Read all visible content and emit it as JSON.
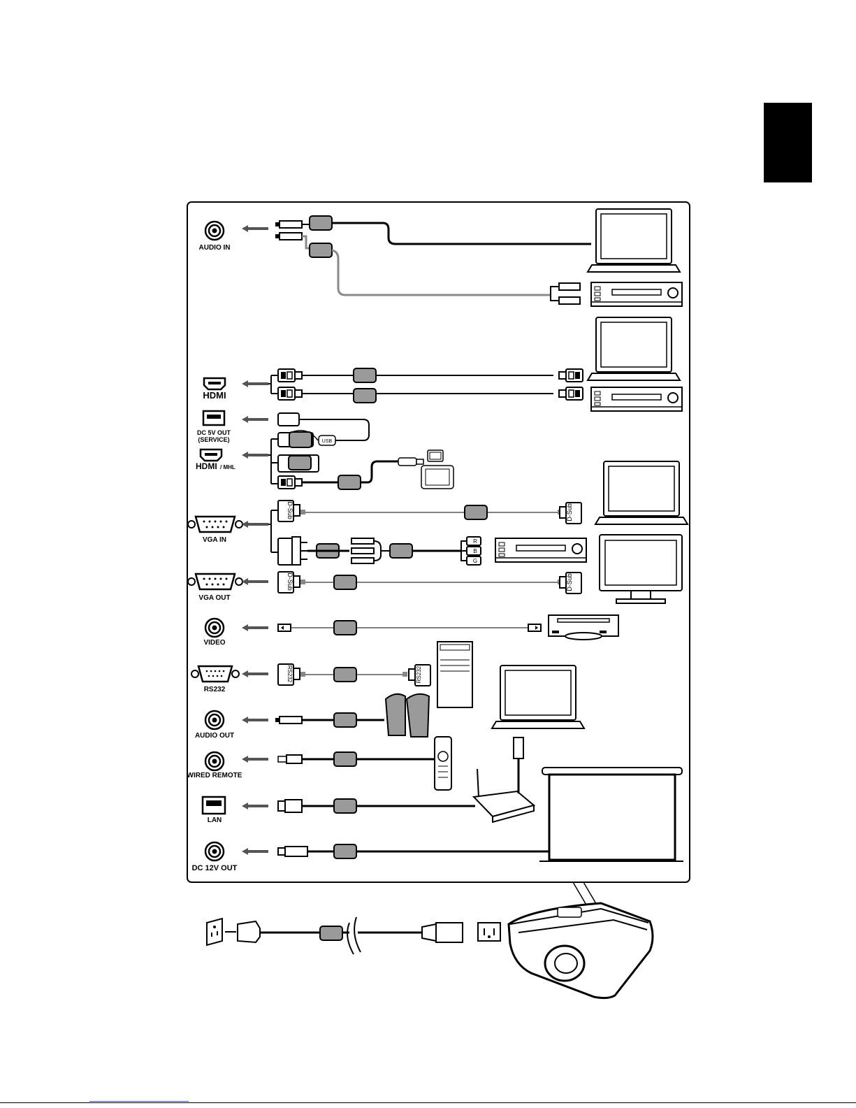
{
  "ports": [
    {
      "id": "audio_in",
      "label": "AUDIO IN"
    },
    {
      "id": "hdmi",
      "label": "HDMI"
    },
    {
      "id": "dc5v",
      "label_line1": "DC 5V OUT",
      "label_line2": "(SERVICE)"
    },
    {
      "id": "hdmi_mhl",
      "label": "/ MHL"
    },
    {
      "id": "vga_in",
      "label": "VGA IN"
    },
    {
      "id": "vga_out",
      "label": "VGA OUT"
    },
    {
      "id": "video",
      "label": "VIDEO"
    },
    {
      "id": "rs232",
      "label": "RS232"
    },
    {
      "id": "audio_out",
      "label": "AUDIO OUT"
    },
    {
      "id": "wired_remote",
      "label": "WIRED REMOTE"
    },
    {
      "id": "lan",
      "label": "LAN"
    },
    {
      "id": "dc12v",
      "label": "DC 12V OUT"
    }
  ],
  "connector_labels": {
    "dsub": "D-Sub",
    "rs232": "RS232",
    "usb": "USB",
    "r": "R",
    "b": "B",
    "g": "G"
  },
  "colors": {
    "line": "#000000",
    "cable_gray": "#8a8a8a",
    "tag_fill": "#9a9a9a",
    "side_tab": "#000000",
    "footer_link": "#3a45c8"
  }
}
